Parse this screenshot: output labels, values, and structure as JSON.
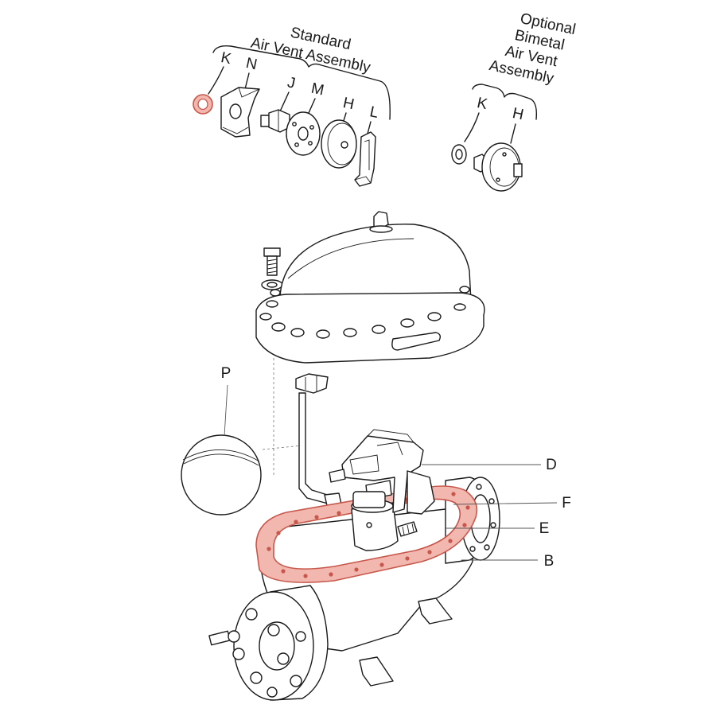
{
  "colors": {
    "highlight": "#f2b8b0",
    "highlight_stroke": "#c7574b",
    "line": "#1a1a1a"
  },
  "standard_group": {
    "title_line1": "Standard",
    "title_line2": "Air Vent Assembly",
    "parts": [
      "K",
      "N",
      "J",
      "M",
      "H",
      "L"
    ]
  },
  "optional_group": {
    "title_line1": "Optional",
    "title_line2": "Bimetal",
    "title_line3": "Air Vent",
    "title_line4": "Assembly",
    "parts": [
      "K",
      "H"
    ]
  },
  "callouts": {
    "P": "P",
    "D": "D",
    "F": "F",
    "E": "E",
    "B": "B"
  }
}
